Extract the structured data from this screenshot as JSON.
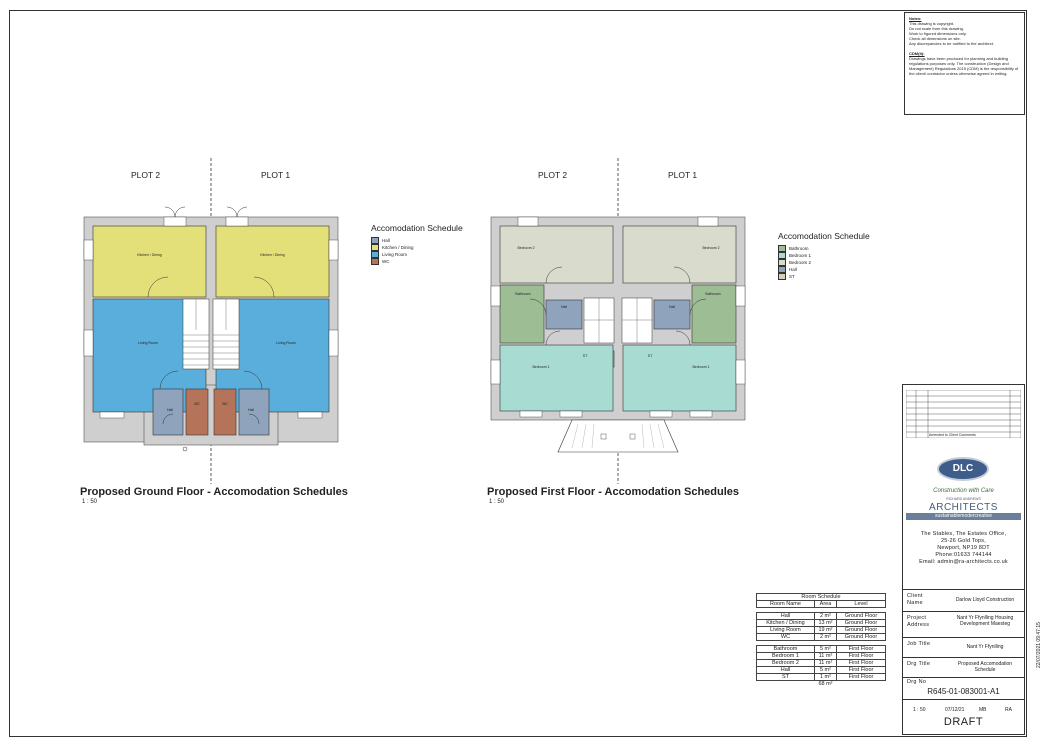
{
  "notes": {
    "heading1": "Notes:",
    "lines1": [
      "This drawing is copyright.",
      "Do not scale from this drawing.",
      "Work to figured dimensions only.",
      "Check all dimensions on site.",
      "Any discrepancies to be notified to the architect."
    ],
    "heading2": "CDM(it):",
    "lines2": [
      "Drawings have been produced for planning and building regulations purposes only. The construction (Design and Management) Regulations 2015 (CDM) is the responsibility of the client/ contractor unless otherwise agreed in writing."
    ]
  },
  "ground": {
    "plot2": "PLOT 2",
    "plot1": "PLOT 1",
    "title": "Proposed Ground Floor - Accomodation Schedules",
    "scale": "1 : 50",
    "rooms": {
      "kitchen_l": "Kitchen / Dining",
      "kitchen_r": "Kitchen / Dining",
      "living_l": "Living Room",
      "living_r": "Living Room",
      "hall_l": "Hall",
      "hall_r": "Hall",
      "wc_l": "WC",
      "wc_r": "WC"
    },
    "legend_title": "Accomodation Schedule",
    "legend": [
      "Hall",
      "Kitchen / Dining",
      "Living Room",
      "WC"
    ]
  },
  "first": {
    "plot2": "PLOT 2",
    "plot1": "PLOT 1",
    "title": "Proposed First Floor - Accomodation Schedules",
    "scale": "1 : 50",
    "rooms": {
      "bed2_l": "Bedroom 2",
      "bed2_r": "Bedroom 2",
      "bath_l": "Bathroom",
      "bath_r": "Bathroom",
      "hall_l": "Hall",
      "hall_r": "Hall",
      "st_l": "ST",
      "st_r": "ST",
      "bed1_l": "Bedroom 1",
      "bed1_r": "Bedroom 1"
    },
    "legend_title": "Accomodation Schedule",
    "legend": [
      "Bathroom",
      "Bedroom 1",
      "Bedroom 2",
      "Hall",
      "ST"
    ]
  },
  "colors": {
    "hall": "#8fa3bd",
    "kitchen": "#e3e07a",
    "living": "#5aaedc",
    "wc": "#b5745a",
    "bathroom": "#9dbd94",
    "bedroom1": "#a8dcd2",
    "bedroom2": "#d9dccd",
    "st": "#d8cfb8"
  },
  "schedule": {
    "title": "Room Schedule",
    "headers": [
      "Room Name",
      "Area",
      "Level"
    ],
    "ground_rows": [
      [
        "Hall",
        "2 m²",
        "Ground Floor"
      ],
      [
        "Kitchen / Dining",
        "13 m²",
        "Ground Floor"
      ],
      [
        "Living Room",
        "19 m²",
        "Ground Floor"
      ],
      [
        "WC",
        "2 m²",
        "Ground Floor"
      ]
    ],
    "first_rows": [
      [
        "Bathroom",
        "5 m²",
        "First Floor"
      ],
      [
        "Bedroom 1",
        "11 m²",
        "First Floor"
      ],
      [
        "Bedroom 2",
        "11 m²",
        "First Floor"
      ],
      [
        "Hall",
        "5 m²",
        "First Floor"
      ],
      [
        "ST",
        "1 m²",
        "First Floor"
      ]
    ],
    "total": "68 m²"
  },
  "titleblock": {
    "revision": "Amended to Client Comments",
    "logo_text": "DLC",
    "tagline": "Construction with Care",
    "firm_top": "RICHARD ANDREWS",
    "firm": "ARCHITECTS",
    "firm_sub": "sustainablemodercreative",
    "address": [
      "The Stables, The Estates Office,",
      "25-26 Gold Tops,",
      "Newport, NP19 8DT",
      "Phone:01633 744144",
      "Email: admin@ra-architects.co.uk"
    ],
    "client_label": "Client Name",
    "client": "Darlow Lloyd Construction",
    "project_label": "Project Address",
    "project": "Nant Yr Ffynlling Housing Development Maesteg",
    "job_label": "Job Title",
    "job": "Nant Yr Ffynlling",
    "dwg_title_label": "Drg Title",
    "dwg_title": "Proposed Accomodation Schedule",
    "dwg_no_label": "Drg No",
    "dwg_no": "R645-01-083001-A1",
    "scale": "1 : 50",
    "date": "07/12/21",
    "drawn": "MB",
    "checked": "RA",
    "status": "DRAFT"
  },
  "side_date": "22/07/2021 09:47:15"
}
